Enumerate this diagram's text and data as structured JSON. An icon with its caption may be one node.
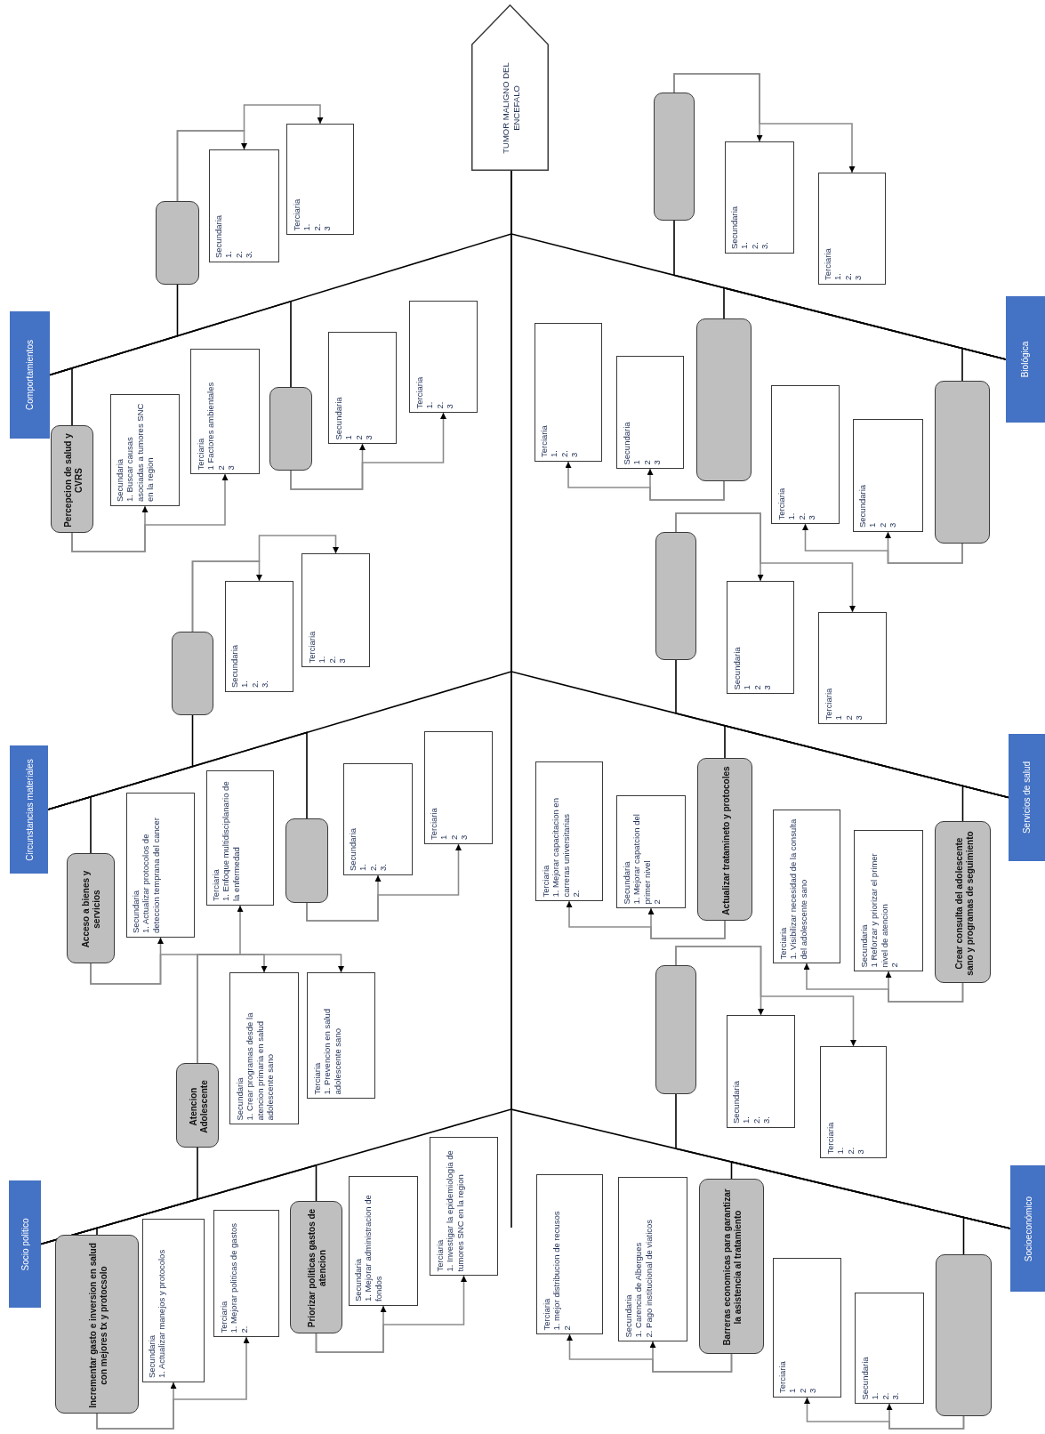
{
  "diagram": {
    "nodes": [
      {
        "text": [
          "TUMOR MALIGNO DEL ENCEFALO"
        ]
      },
      {
        "text": [
          "Comportamientos"
        ]
      },
      {
        "text": [
          "Circunstancias materiales"
        ]
      },
      {
        "text": [
          "Socio politico"
        ]
      },
      {
        "text": [
          "Biológica"
        ]
      },
      {
        "text": [
          "Servicios de salud"
        ]
      },
      {
        "text": [
          "Socioeconómico"
        ]
      },
      {
        "text": [],
        "shape": "box"
      },
      {
        "text": [
          "Secundaria",
          "1.",
          "2.",
          "3."
        ]
      },
      {
        "text": [
          "Terciaria",
          "1.",
          "2.",
          "3"
        ]
      },
      {
        "text": [
          "Percepcion de salud y CVRS"
        ]
      },
      {
        "text": [
          "Secundaria",
          "1. Buscar causas asociadas a tumores SNC en la region"
        ]
      },
      {
        "text": [
          "Terciaria",
          "1 Factores ambientales",
          "2",
          "3"
        ]
      },
      {
        "text": [],
        "shape": "box"
      },
      {
        "text": [
          "Secundaria",
          "1",
          "2",
          "3"
        ]
      },
      {
        "text": [
          "Terciaria",
          "1.",
          "2.",
          "3"
        ]
      },
      {
        "text": [],
        "shape": "box"
      },
      {
        "text": [
          "Secundaria",
          "1.",
          "2.",
          "3."
        ]
      },
      {
        "text": [
          "Terciaria",
          "1.",
          "2.",
          "3"
        ]
      },
      {
        "text": [
          "Acceso a bienes y servicios"
        ]
      },
      {
        "text": [
          "Secundaria",
          "1. Actualizar protocolos de deteccion temprana del cancer"
        ]
      },
      {
        "text": [
          "Terciaria",
          "1. Enfoque multidisciplanario de la enfermedad"
        ]
      },
      {
        "text": [],
        "shape": "box"
      },
      {
        "text": [
          "Secundaria",
          "1.",
          "2.",
          "3."
        ]
      },
      {
        "text": [
          "Terciaria",
          "1",
          "2",
          "3"
        ]
      },
      {
        "text": [
          "Atencion Adolescente"
        ]
      },
      {
        "text": [
          "Secundaria",
          "1. Crear programas desde la atencion primaria en salud adolescente sano"
        ]
      },
      {
        "text": [
          "Terciaria",
          "1. Prevencion en salud adolescente sano"
        ]
      },
      {
        "text": [
          "Incrementar gasto e inversion en salud con mejores tx y protocsolo"
        ]
      },
      {
        "text": [
          "Secundaria",
          "1. Actualizar manejos y protocolos"
        ]
      },
      {
        "text": [
          "Terciaria",
          "1. Mejorar politicas de gastos",
          "2."
        ]
      },
      {
        "text": [
          "Priorizar politicas gastos de atencion"
        ]
      },
      {
        "text": [
          "Secundaria",
          "1. Mejorar administracion de fondos"
        ]
      },
      {
        "text": [
          "Terciaria",
          "1. Investigar la epidemiologia de tumores SNC en la region"
        ]
      },
      {
        "text": [],
        "shape": "box"
      },
      {
        "text": [
          "Secundaria",
          "1.",
          "2.",
          "3."
        ]
      },
      {
        "text": [
          "Terciaria",
          "1.",
          "2.",
          "3"
        ]
      },
      {
        "text": [],
        "shape": "box"
      },
      {
        "text": [
          "Secundaria",
          "1",
          "2",
          "3"
        ]
      },
      {
        "text": [
          "Terciaria",
          "1.",
          "2.",
          "3"
        ]
      },
      {
        "text": [],
        "shape": "box"
      },
      {
        "text": [
          "Secundaria",
          "1",
          "2",
          "3"
        ]
      },
      {
        "text": [
          "Terciaria",
          "1.",
          "2.",
          "3"
        ]
      },
      {
        "text": [],
        "shape": "box"
      },
      {
        "text": [
          "Secundaria",
          "1",
          "2",
          "3"
        ]
      },
      {
        "text": [
          "Terciaria",
          "1",
          "2",
          "3"
        ]
      },
      {
        "text": [
          "Actualizar tratamineto y protocoles"
        ]
      },
      {
        "text": [
          "Secundaria",
          "1. Mejorar capatcion del primer nivel",
          "2"
        ]
      },
      {
        "text": [
          "Terciaria",
          "1. Mejorar capacitacion en carreras universitarias",
          "2."
        ]
      },
      {
        "text": [
          "Crear consulta del adolescente sano y programas de seguimiento"
        ]
      },
      {
        "text": [
          "Secundaria",
          "1 Reforzar y priorizar el primer nivel de atencion",
          "2"
        ]
      },
      {
        "text": [
          "Terciaria",
          "1. Visibilizar necesidad de la consulta del adolescente sano"
        ]
      },
      {
        "text": [],
        "shape": "box"
      },
      {
        "text": [
          "Secundaria",
          "1.",
          "2.",
          "3."
        ]
      },
      {
        "text": [
          "Terciaria",
          "1.",
          "2.",
          "3"
        ]
      },
      {
        "text": [
          "Barreras economicas para garantizar la asistencia al tratamiento"
        ]
      },
      {
        "text": [
          "Secundaria",
          "1. Carencia de Albergues",
          "2. Pago institucional de viaticos"
        ]
      },
      {
        "text": [
          "Terciaria",
          "1. mejor distribucion de recusos",
          "2"
        ]
      },
      {
        "text": [],
        "shape": "box"
      },
      {
        "text": [
          "Secundaria",
          "1.",
          "2.",
          "3."
        ]
      },
      {
        "text": [
          "Terciaria",
          "1",
          "2",
          "3"
        ]
      }
    ],
    "edges": [
      {
        "from": 1,
        "to": 0,
        "arrow": "none",
        "color": "#000000"
      },
      {
        "from": 2,
        "to": 0,
        "arrow": "none",
        "color": "#000000"
      },
      {
        "from": 3,
        "to": 0,
        "arrow": "none",
        "color": "#000000"
      },
      {
        "from": 4,
        "to": 0,
        "arrow": "none",
        "color": "#000000"
      },
      {
        "from": 5,
        "to": 0,
        "arrow": "none",
        "color": "#000000"
      },
      {
        "from": 6,
        "to": 0,
        "arrow": "none",
        "color": "#000000"
      },
      {
        "from": 7,
        "to": 1,
        "arrow": "none",
        "color": "#000000"
      },
      {
        "from": 7,
        "to": 8,
        "arrow": "to"
      },
      {
        "from": 7,
        "to": 9,
        "arrow": "to"
      },
      {
        "from": 10,
        "to": 1,
        "arrow": "none",
        "color": "#000000"
      },
      {
        "from": 10,
        "to": 11,
        "arrow": "to"
      },
      {
        "from": 10,
        "to": 12,
        "arrow": "to"
      },
      {
        "from": 13,
        "to": 1,
        "arrow": "none",
        "color": "#000000"
      },
      {
        "from": 13,
        "to": 14,
        "arrow": "to"
      },
      {
        "from": 13,
        "to": 15,
        "arrow": "to"
      },
      {
        "from": 16,
        "to": 2,
        "arrow": "none",
        "color": "#000000"
      },
      {
        "from": 16,
        "to": 17,
        "arrow": "to"
      },
      {
        "from": 16,
        "to": 18,
        "arrow": "to"
      },
      {
        "from": 19,
        "to": 2,
        "arrow": "none",
        "color": "#000000"
      },
      {
        "from": 19,
        "to": 20,
        "arrow": "to"
      },
      {
        "from": 19,
        "to": 21,
        "arrow": "to"
      },
      {
        "from": 22,
        "to": 2,
        "arrow": "none",
        "color": "#000000"
      },
      {
        "from": 22,
        "to": 23,
        "arrow": "to"
      },
      {
        "from": 22,
        "to": 24,
        "arrow": "to"
      },
      {
        "from": 25,
        "to": 3,
        "arrow": "none",
        "color": "#000000"
      },
      {
        "from": 25,
        "to": 26,
        "arrow": "to"
      },
      {
        "from": 25,
        "to": 27,
        "arrow": "to"
      },
      {
        "from": 28,
        "to": 3,
        "arrow": "none",
        "color": "#000000"
      },
      {
        "from": 28,
        "to": 29,
        "arrow": "to"
      },
      {
        "from": 28,
        "to": 30,
        "arrow": "to"
      },
      {
        "from": 31,
        "to": 3,
        "arrow": "none",
        "color": "#000000"
      },
      {
        "from": 31,
        "to": 32,
        "arrow": "to"
      },
      {
        "from": 31,
        "to": 33,
        "arrow": "to"
      },
      {
        "from": 34,
        "to": 4,
        "arrow": "none",
        "color": "#000000"
      },
      {
        "from": 34,
        "to": 35,
        "arrow": "to"
      },
      {
        "from": 34,
        "to": 36,
        "arrow": "to"
      },
      {
        "from": 37,
        "to": 4,
        "arrow": "none",
        "color": "#000000"
      },
      {
        "from": 37,
        "to": 38,
        "arrow": "to"
      },
      {
        "from": 37,
        "to": 39,
        "arrow": "to"
      },
      {
        "from": 40,
        "to": 4,
        "arrow": "none",
        "color": "#000000"
      },
      {
        "from": 40,
        "to": 41,
        "arrow": "to"
      },
      {
        "from": 40,
        "to": 42,
        "arrow": "to"
      },
      {
        "from": 43,
        "to": 5,
        "arrow": "none",
        "color": "#000000"
      },
      {
        "from": 43,
        "to": 44,
        "arrow": "to"
      },
      {
        "from": 43,
        "to": 45,
        "arrow": "to"
      },
      {
        "from": 46,
        "to": 5,
        "arrow": "none",
        "color": "#000000"
      },
      {
        "from": 46,
        "to": 47,
        "arrow": "to"
      },
      {
        "from": 46,
        "to": 48,
        "arrow": "to"
      },
      {
        "from": 49,
        "to": 5,
        "arrow": "none",
        "color": "#000000"
      },
      {
        "from": 49,
        "to": 50,
        "arrow": "to"
      },
      {
        "from": 49,
        "to": 51,
        "arrow": "to"
      },
      {
        "from": 52,
        "to": 6,
        "arrow": "none",
        "color": "#000000"
      },
      {
        "from": 52,
        "to": 53,
        "arrow": "to"
      },
      {
        "from": 52,
        "to": 54,
        "arrow": "to"
      },
      {
        "from": 55,
        "to": 6,
        "arrow": "none",
        "color": "#000000"
      },
      {
        "from": 55,
        "to": 56,
        "arrow": "to"
      },
      {
        "from": 55,
        "to": 57,
        "arrow": "to"
      },
      {
        "from": 58,
        "to": 6,
        "arrow": "none",
        "color": "#000000"
      },
      {
        "from": 58,
        "to": 59,
        "arrow": "to"
      },
      {
        "from": 58,
        "to": 60,
        "arrow": "to"
      }
    ]
  }
}
